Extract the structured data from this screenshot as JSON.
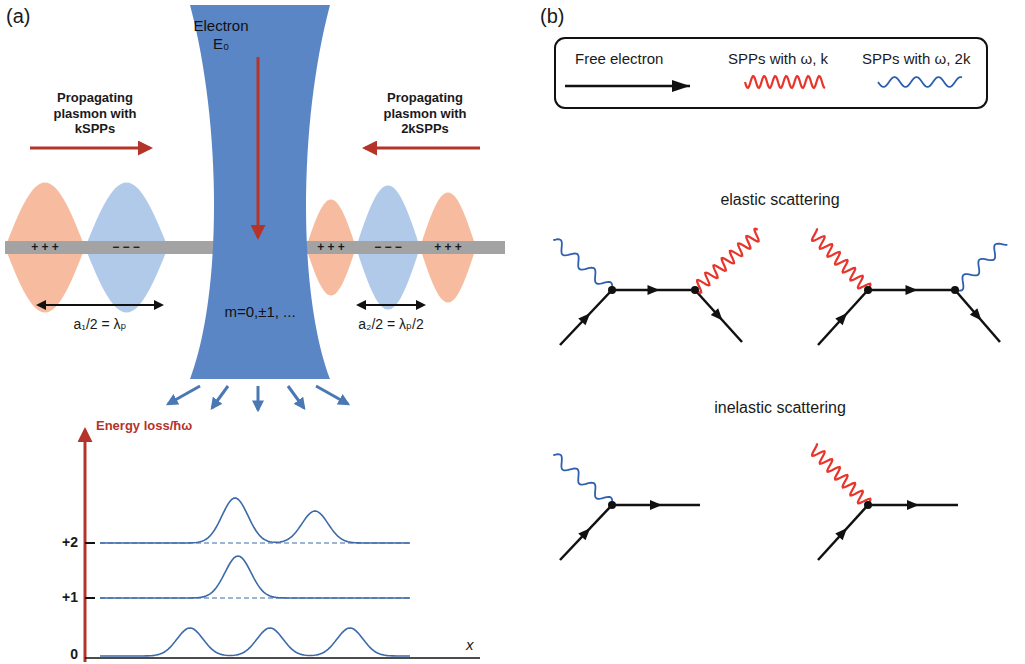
{
  "diagram": {
    "nodes": [
      {
        "text": [
          "Electron E₀",
          "m=0,±1, ..."
        ]
      }
    ],
    "labels": [
      "(a)",
      "Propagating plasmon with kSPPs",
      "Propagating plasmon with 2kSPPs",
      "+ + +",
      "− − −",
      "+ + +",
      "− − −",
      "+ + +",
      "a₁/2 = λₚ",
      "a₂/2 = λₚ/2",
      "Energy loss/ħω",
      "+2",
      "+1",
      "0",
      "x",
      "(b)",
      "elastic scattering",
      "inelastic scattering"
    ],
    "legend": [
      {
        "text": "Free electron"
      },
      {
        "text": "SPPs with ω, k"
      },
      {
        "text": "SPPs with ω, 2k"
      }
    ]
  }
}
